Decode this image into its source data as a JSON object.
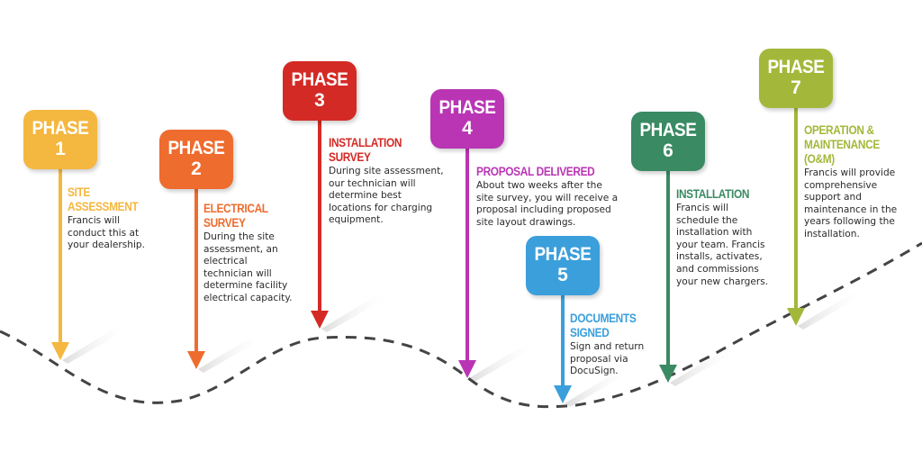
{
  "phases": [
    {
      "word": "PHASE",
      "number": "1",
      "title": "SITE ASSESSMENT",
      "description": "Francis will\nconduct this at\nyour dealership.",
      "color": "#f4b73f"
    },
    {
      "word": "PHASE",
      "number": "2",
      "title": "ELECTRICAL\nSURVEY",
      "description": "During the site\nassessment, an\nelectrical\ntechnician will\ndetermine facility\nelectrical capacity.",
      "color": "#ee6c2e"
    },
    {
      "word": "PHASE",
      "number": "3",
      "title": "INSTALLATION\nSURVEY",
      "description": "During site assessment,\nour technician will\ndetermine best\nlocations for charging\nequipment.",
      "color": "#d42a25"
    },
    {
      "word": "PHASE",
      "number": "4",
      "title": "PROPOSAL DELIVERED",
      "description": "About two weeks after the\nsite survey, you will receive a\nproposal including proposed\nsite layout drawings.",
      "color": "#b935b4"
    },
    {
      "word": "PHASE",
      "number": "5",
      "title": "DOCUMENTS\nSIGNED",
      "description": "Sign and return\nproposal via\nDocuSign.",
      "color": "#3b9fdb"
    },
    {
      "word": "PHASE",
      "number": "6",
      "title": "INSTALLATION",
      "description": "Francis will\nschedule the\ninstallation with\nyour team. Francis\ninstalls, activates,\nand commissions\nyour new chargers.",
      "color": "#3a8a63"
    },
    {
      "word": "PHASE",
      "number": "7",
      "title": "OPERATION &\nMAINTENANCE\n(O&M)",
      "description": "Francis will provide\ncomprehensive\nsupport and\nmaintenance in the\nyears following the\ninstallation.",
      "color": "#a3b83a"
    }
  ]
}
